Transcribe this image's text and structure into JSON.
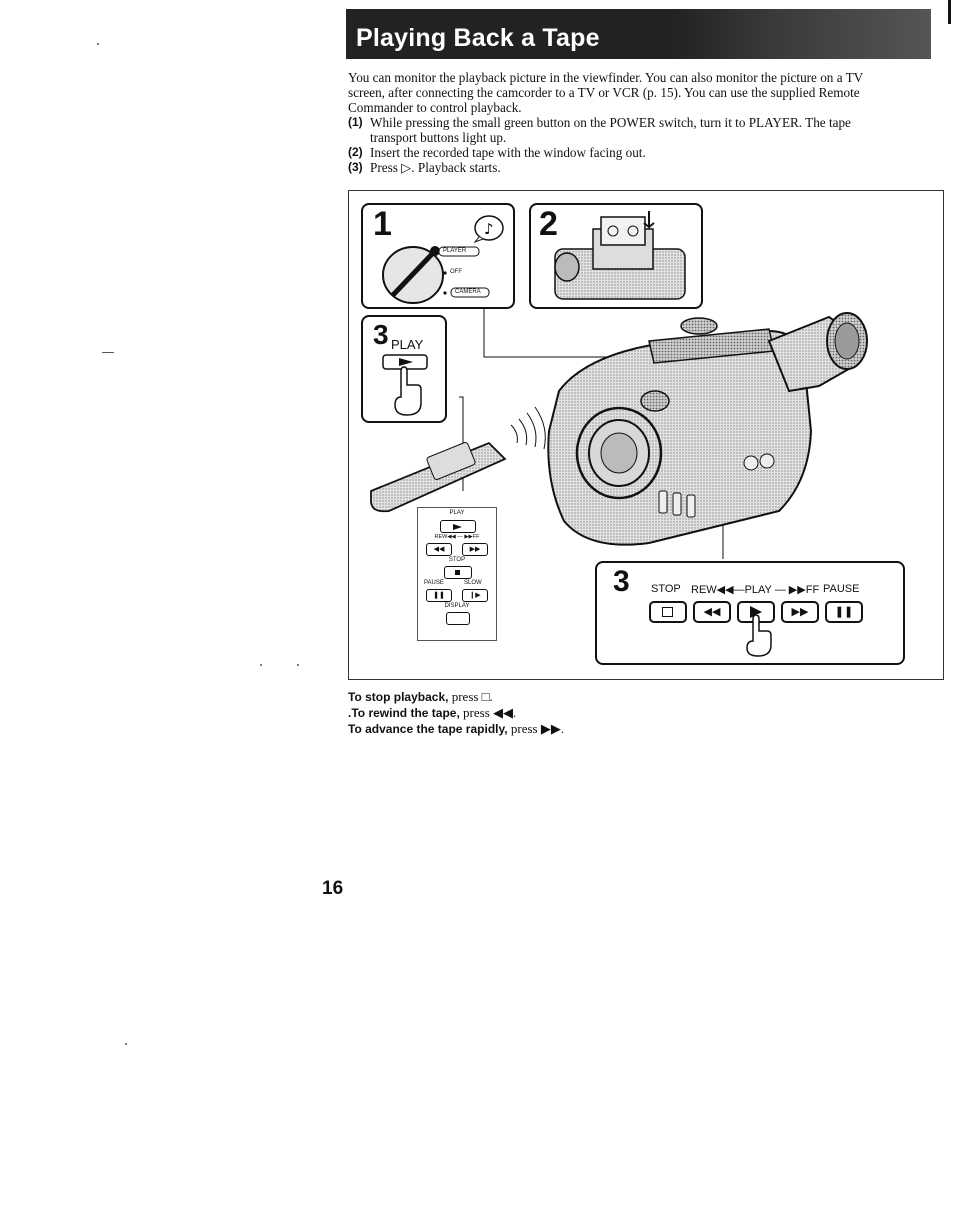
{
  "header": {
    "title": "Playing Back a Tape"
  },
  "intro": "You can monitor the playback picture in the viewfinder. You can also monitor the picture on a TV screen, after connecting the camcorder to a TV or VCR (p. 15). You can use the supplied Remote Commander to control playback.",
  "steps": [
    {
      "num": "(1)",
      "text": "While pressing the small green button on the POWER switch, turn it to PLAYER. The tape transport buttons light up."
    },
    {
      "num": "(2)",
      "text": "Insert the recorded tape with the window facing out."
    },
    {
      "num": "(3)",
      "text": "Press ▷. Playback starts."
    }
  ],
  "figure": {
    "panel1": {
      "num": "1",
      "player": "PLAYER",
      "off": "OFF",
      "camera": "CAMERA"
    },
    "panel2": {
      "num": "2"
    },
    "panel3_small": {
      "num": "3",
      "label": "PLAY"
    },
    "remote": {
      "play": "PLAY",
      "rew_ff": "REW◀◀ — ▶▶FF",
      "stop": "STOP",
      "pause": "PAUSE",
      "slow": "SLOW",
      "display": "DISPLAY"
    },
    "panel3_large": {
      "num": "3",
      "stop": "STOP",
      "rew_play_ff": "REW◀◀—PLAY — ▶▶FF",
      "pause": "PAUSE"
    }
  },
  "notes": [
    {
      "bold": "To stop playback,",
      "rest": " press □."
    },
    {
      "bold": ".To rewind the tape,",
      "rest": " press ◀◀."
    },
    {
      "bold": "To advance the tape rapidly,",
      "rest": " press ▶▶."
    }
  ],
  "page_number": "16"
}
